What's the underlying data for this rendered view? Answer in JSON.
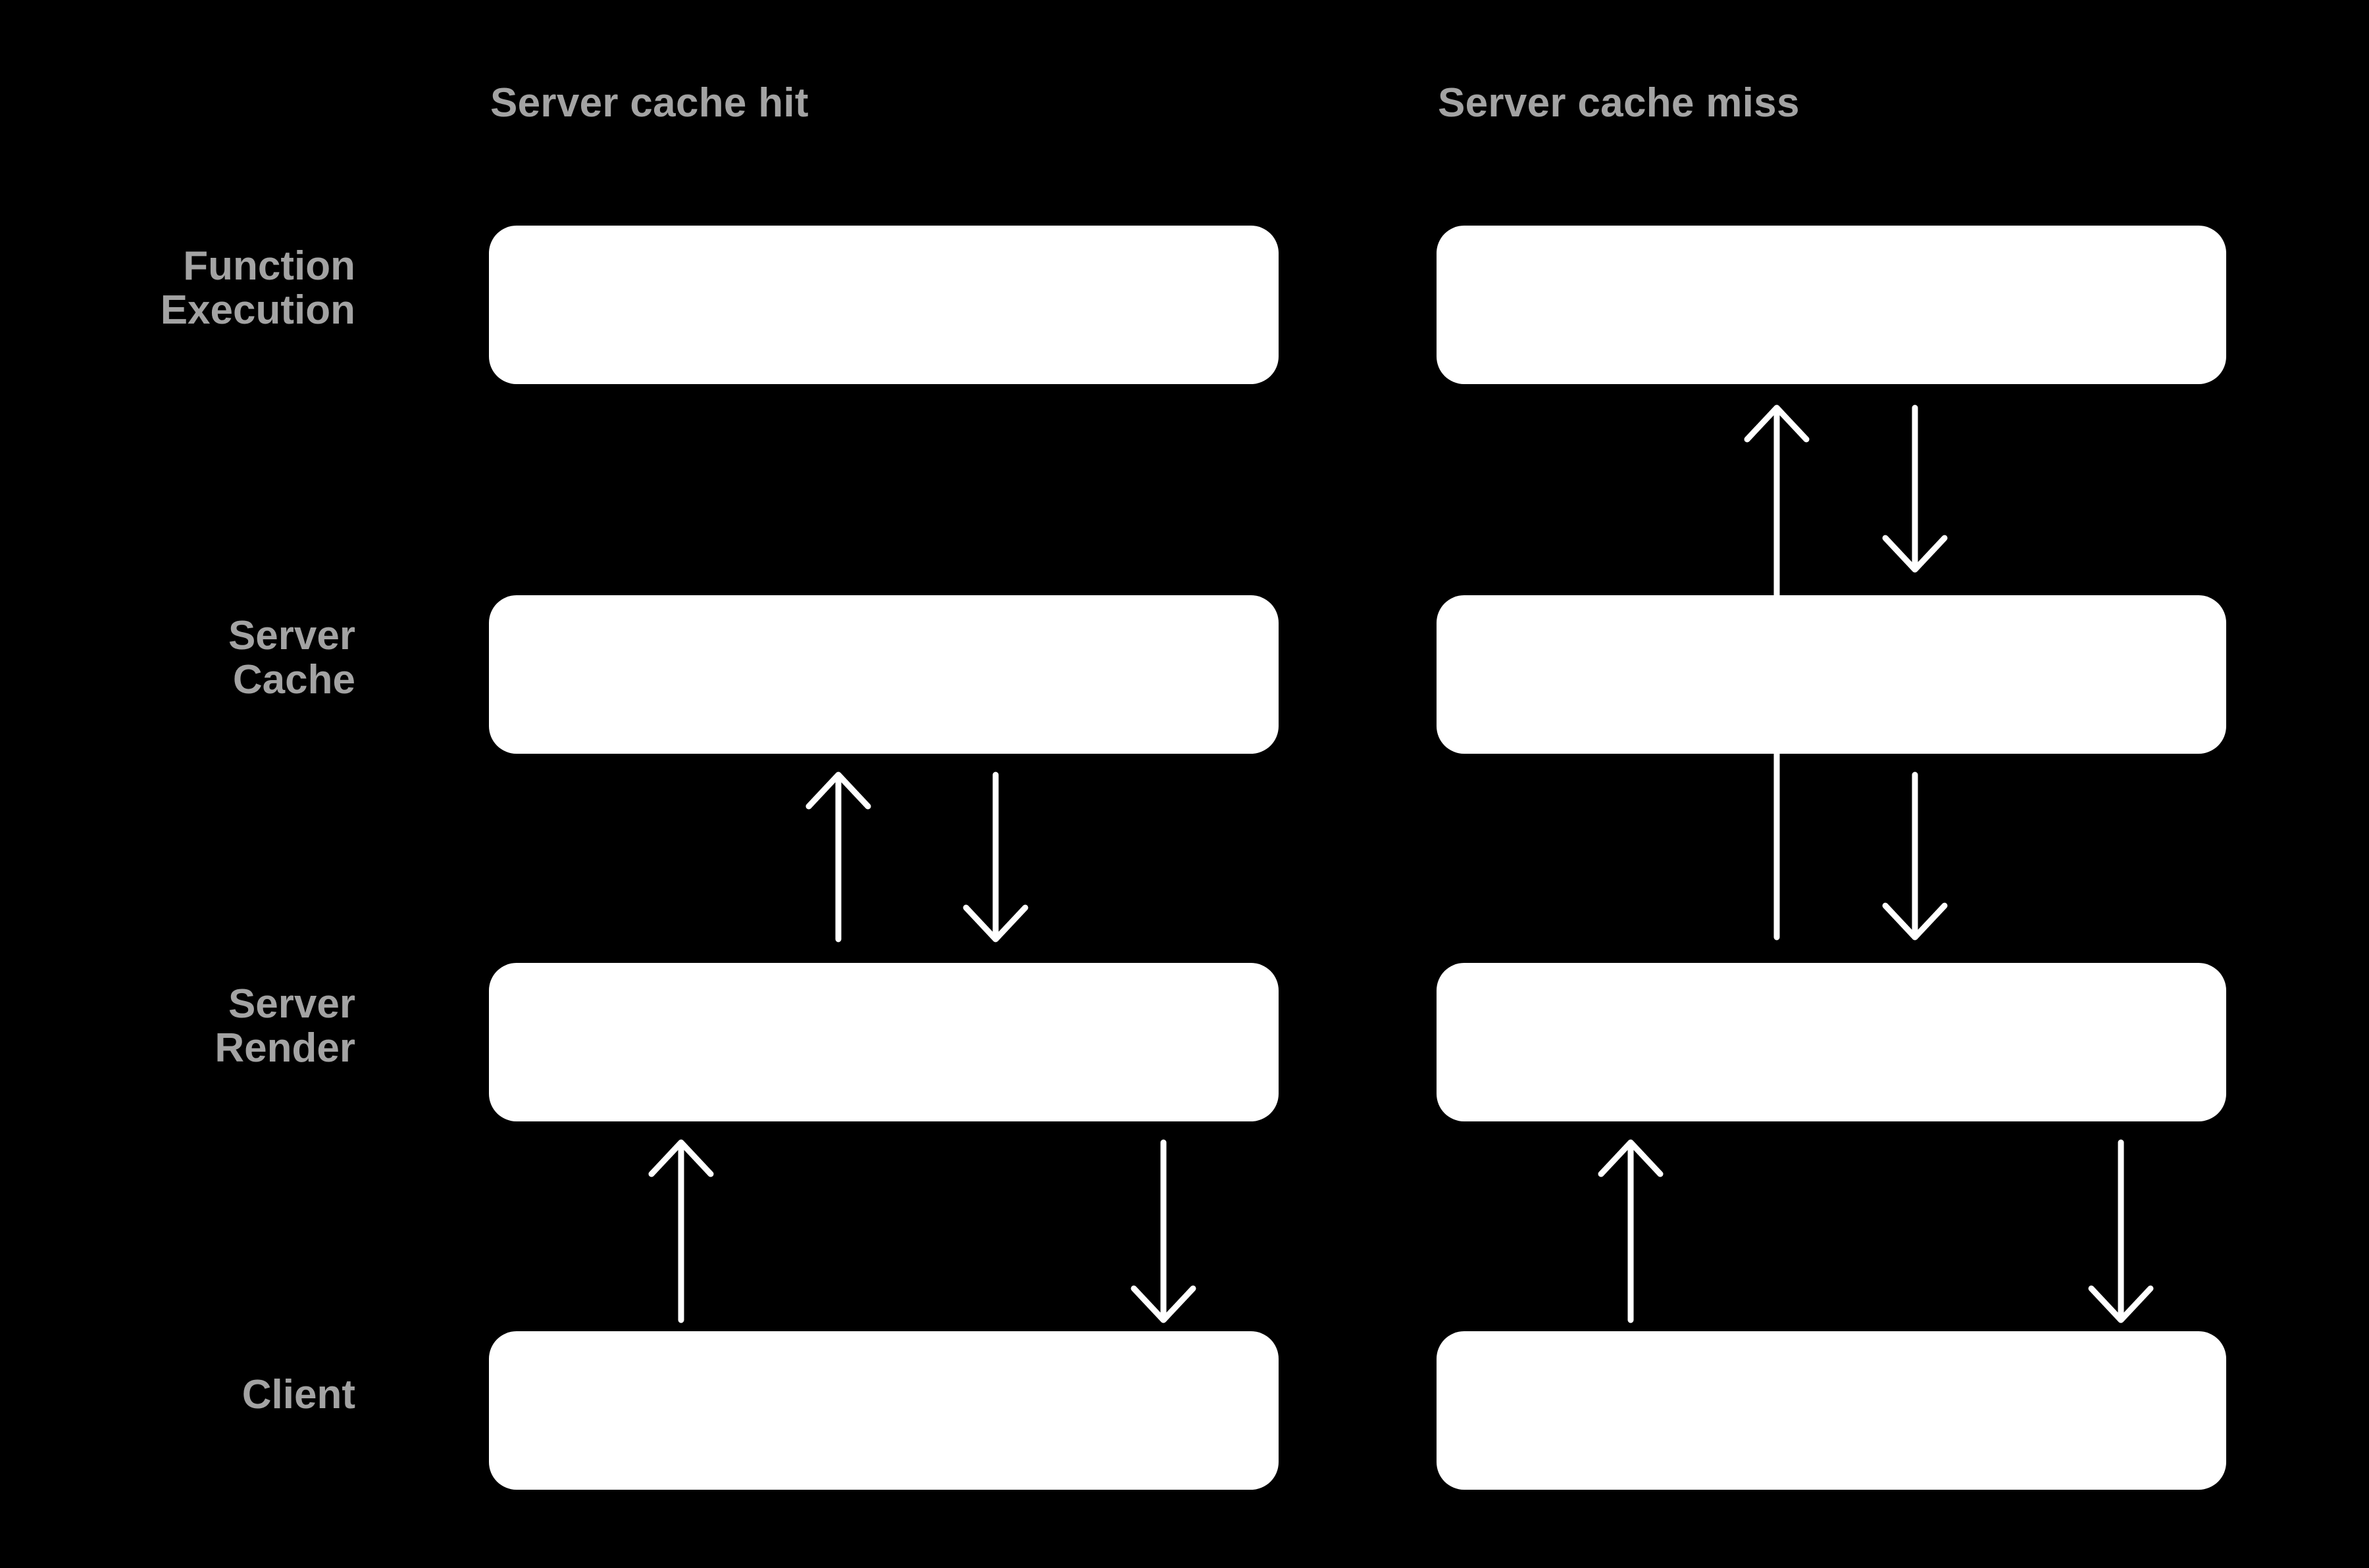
{
  "diagram": {
    "title": "Server cache hit vs Server cache miss request flow",
    "background_color": "#000000",
    "node_color": "#FFFFFF",
    "label_color": "#A3A3A3",
    "arrow_color": "#FFFFFF",
    "columns": [
      {
        "id": "cache-hit",
        "label": "Server cache hit"
      },
      {
        "id": "cache-miss",
        "label": "Server cache miss"
      }
    ],
    "rows": [
      {
        "id": "function-execution",
        "label": "Function\nExecution"
      },
      {
        "id": "server-cache",
        "label": "Server\nCache"
      },
      {
        "id": "server-render",
        "label": "Server\nRender"
      },
      {
        "id": "client",
        "label": "Client"
      }
    ],
    "nodes": [
      {
        "id": "hit-function-execution",
        "column": "cache-hit",
        "row": "function-execution"
      },
      {
        "id": "hit-server-cache",
        "column": "cache-hit",
        "row": "server-cache"
      },
      {
        "id": "hit-server-render",
        "column": "cache-hit",
        "row": "server-render"
      },
      {
        "id": "hit-client",
        "column": "cache-hit",
        "row": "client"
      },
      {
        "id": "miss-function-execution",
        "column": "cache-miss",
        "row": "function-execution"
      },
      {
        "id": "miss-server-cache",
        "column": "cache-miss",
        "row": "server-cache"
      },
      {
        "id": "miss-server-render",
        "column": "cache-miss",
        "row": "server-render"
      },
      {
        "id": "miss-client",
        "column": "cache-miss",
        "row": "client"
      }
    ],
    "arrows": [
      {
        "id": "hit-render-to-cache",
        "column": "cache-hit",
        "direction": "up",
        "from": "server-render",
        "to": "server-cache"
      },
      {
        "id": "hit-cache-to-render",
        "column": "cache-hit",
        "direction": "down",
        "from": "server-cache",
        "to": "server-render"
      },
      {
        "id": "hit-client-to-render",
        "column": "cache-hit",
        "direction": "up",
        "from": "client",
        "to": "server-render"
      },
      {
        "id": "hit-render-to-client",
        "column": "cache-hit",
        "direction": "down",
        "from": "server-render",
        "to": "client"
      },
      {
        "id": "miss-render-to-function",
        "column": "cache-miss",
        "direction": "up",
        "from": "server-render",
        "to": "function-execution"
      },
      {
        "id": "miss-function-to-cache",
        "column": "cache-miss",
        "direction": "down",
        "from": "function-execution",
        "to": "server-cache"
      },
      {
        "id": "miss-cache-to-render",
        "column": "cache-miss",
        "direction": "down",
        "from": "server-cache",
        "to": "server-render"
      },
      {
        "id": "miss-client-to-render",
        "column": "cache-miss",
        "direction": "up",
        "from": "client",
        "to": "server-render"
      },
      {
        "id": "miss-render-to-client",
        "column": "cache-miss",
        "direction": "down",
        "from": "server-render",
        "to": "client"
      }
    ]
  }
}
